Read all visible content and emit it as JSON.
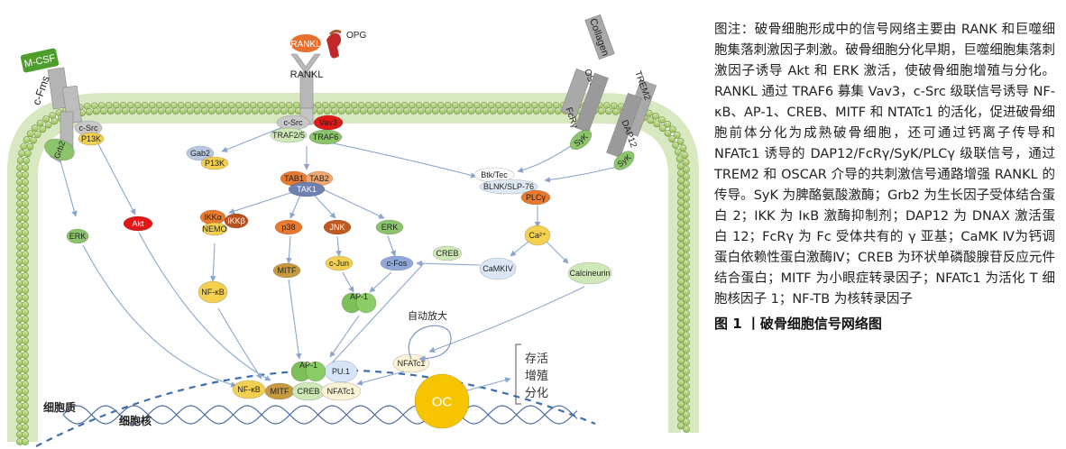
{
  "diagram": {
    "receptors": {
      "mcsf": "M-CSF",
      "cfms": "c-Fms",
      "rankl": "RANKL",
      "opg": "OPG",
      "rank": "RANKL",
      "collagen": "Collagen",
      "oscar": "OSCAR",
      "trem2": "TREM2",
      "fcry": "FcRγ",
      "dap12": "DAP12"
    },
    "nodes": {
      "grb2": "Grb2",
      "csrc_left": "c-Src",
      "p13k_left": "P13K",
      "csrc_center": "c-Src",
      "vav3": "Vav3",
      "traf25": "TRAF2/5",
      "traf6": "TRAF6",
      "gab2": "Gab2",
      "p13k_mid": "P13K",
      "tab1": "TAB1",
      "tab2": "TAB2",
      "tak1": "TAK1",
      "akt": "Akt",
      "erk_left": "ERK",
      "ikka": "IKKα",
      "ikkb": "IKKβ",
      "nemo": "NEMO",
      "p38": "p38",
      "jnk": "JNK",
      "erk_mid": "ERK",
      "creb_top": "CREB",
      "mitf_top": "MITF",
      "cjun": "c-Jun",
      "cfos": "c-Fos",
      "nfkb_top": "NF-κB",
      "ap1_top": "AP-1",
      "camkiv": "CaMKIV",
      "calcineurin": "Calcineurin",
      "ca2": "Ca²⁺",
      "btk": "Btk/Tec",
      "blnk": "BLNK/SLP-76",
      "plcy": "PLCγ",
      "syk_left": "SyK",
      "syk_right": "SyK",
      "nfatc1_cyto": "NFATc1",
      "auto_amplify": "自动放大",
      "ap1_nuc": "AP-1",
      "pu1": "PU.1",
      "nfkb_nuc": "NF-κB",
      "mitf_nuc": "MITF",
      "creb_nuc": "CREB",
      "nfatc1_nuc": "NFATc1",
      "oc": "OC"
    },
    "outcome": [
      "存活",
      "增殖",
      "分化"
    ],
    "region_labels": {
      "cytoplasm": "细胞质",
      "nucleus": "细胞核"
    }
  },
  "caption": {
    "body": "图注：破骨细胞形成中的信号网络主要由 RANK 和巨噬细胞集落刺激因子刺激。破骨细胞分化早期，巨噬细胞集落刺激因子诱导 Akt 和 ERK 激活，使破骨细胞增殖与分化。RANKL 通过 TRAF6 募集 Vav3，c-Src 级联信号诱导 NF-κB、AP-1、CREB、MITF 和 NTATc1 的活化，促进破骨细胞前体分化为成熟破骨细胞，还可通过钙离子传导和 NFATc1 诱导的 DAP12/FcRγ/SyK/PLCγ 级联信号，通过 TREM2 和 OSCAR 介导的共刺激信号通路增强 RANKL 的传导。SyK 为脾酪氨酸激酶；Grb2 为生长因子受体结合蛋白 2；IKK 为 IκB 激酶抑制剂；DAP12 为 DNAX 激活蛋白 12；FcRγ 为 Fc 受体共有的 γ 亚基；CaMK Ⅳ为钙调蛋白依赖性蛋白激酶Ⅳ；CREB 为环状单磷酸腺苷反应元件结合蛋白；MITF 为小眼症转录因子；NFATc1 为活化 T 细胞核因子 1；NF-TB 为核转录因子",
    "figure_title": "图 1 丨破骨细胞信号网络图"
  },
  "colors": {
    "membrane_head": "#a8cc6a",
    "membrane_outline": "#6f8f3a",
    "receptor_gray": "#a9a9a9",
    "green_node": "#8cc46c",
    "light_green_node": "#cfe8b8",
    "red_node": "#e01818",
    "orange_node": "#e87a30",
    "yellow_node": "#f4d050",
    "blue_node": "#8fa8d8",
    "tak1_blue": "#6d80b0",
    "oc_yellow": "#f6c400",
    "arrow": "#8aa6cf"
  }
}
